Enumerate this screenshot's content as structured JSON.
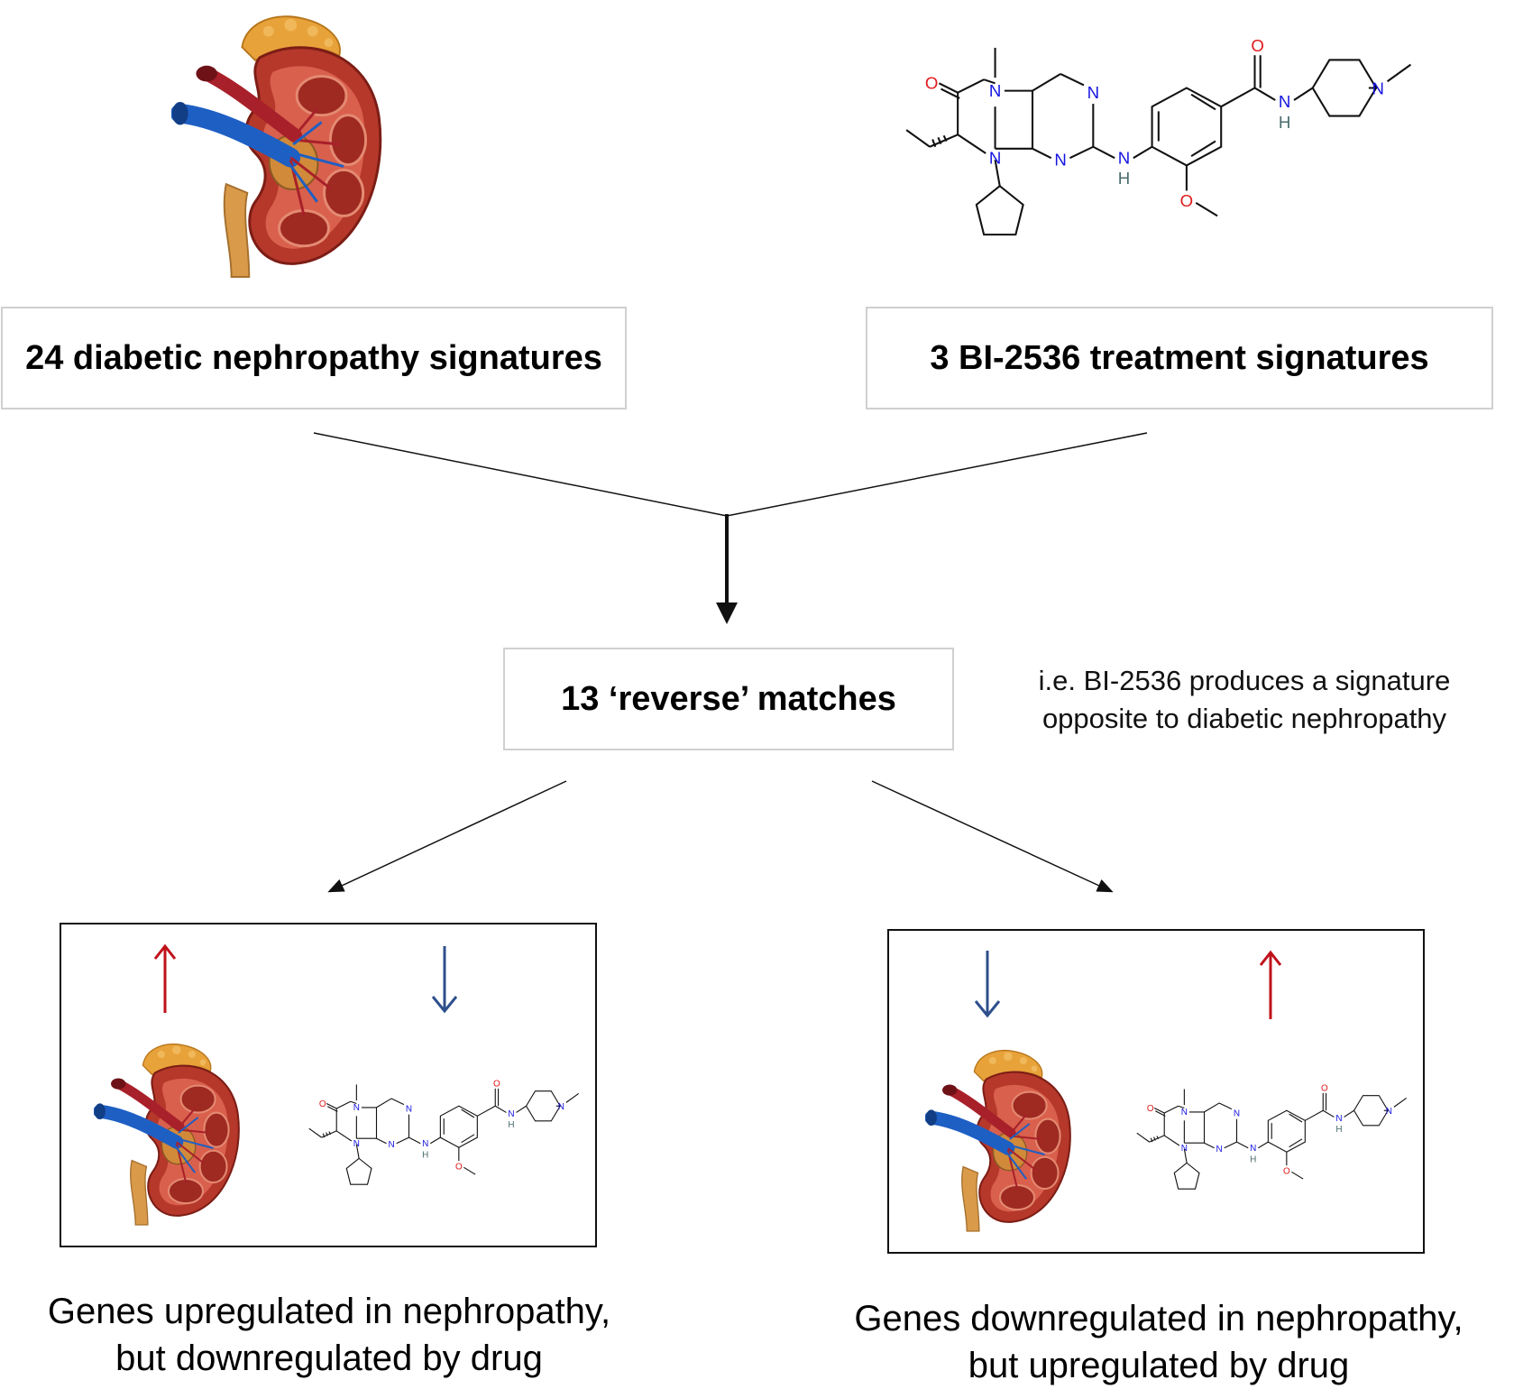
{
  "top": {
    "disease_box": "24 diabetic nephropathy signatures",
    "drug_box": "3 BI-2536 treatment signatures"
  },
  "middle": {
    "matches_box": "13 ‘reverse’ matches",
    "note_line1": "i.e. BI-2536 produces a signature",
    "note_line2": "opposite to diabetic nephropathy"
  },
  "bottom": {
    "left_caption_line1": "Genes upregulated in nephropathy,",
    "left_caption_line2": "but downregulated by drug",
    "right_caption_line1": "Genes downregulated in nephropathy,",
    "right_caption_line2": "but upregulated by drug"
  },
  "molecule_labels": {
    "oxygen": "O",
    "nitrogen": "N",
    "hydrogen": "H"
  },
  "colors": {
    "up_arrow": "#c0111a",
    "down_arrow": "#2e4f8c",
    "oxygen": "#e0191a",
    "nitrogen": "#1414e0",
    "hydrogen": "#4a6c6c",
    "kidney_cortex": "#b5382b",
    "kidney_fat": "#e8a23a",
    "vein": "#1e5fc4",
    "artery": "#a8202a",
    "ureter": "#d99a4a"
  }
}
